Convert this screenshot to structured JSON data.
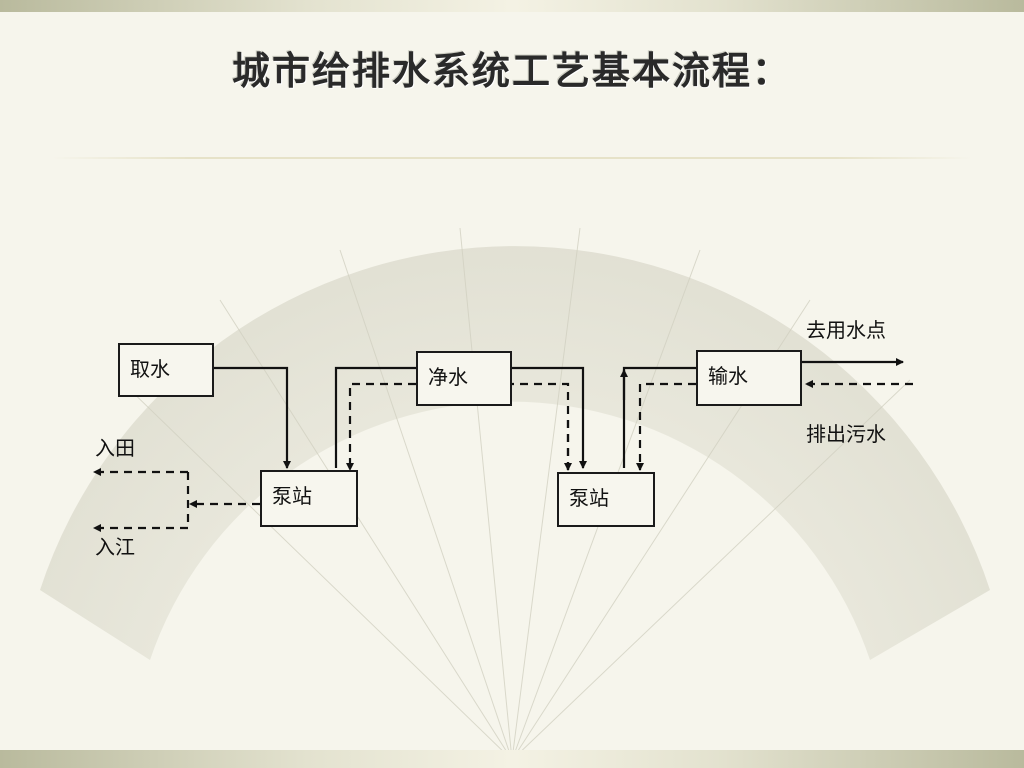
{
  "title": "城市给排水系统工艺基本流程：",
  "nodes": {
    "intake": "取水",
    "pump_station_1": "泵站",
    "purify": "净水",
    "pump_station_2": "泵站",
    "convey": "输水"
  },
  "labels": {
    "to_field": "入田",
    "to_river": "入江",
    "to_use_point": "去用水点",
    "discharge_sewage": "排出污水"
  }
}
